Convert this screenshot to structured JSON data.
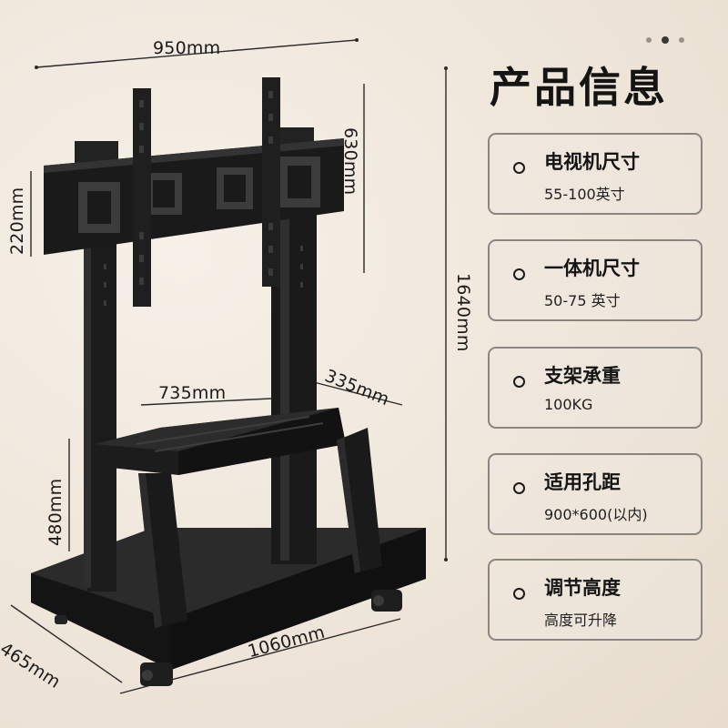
{
  "dimensions": {
    "width_top": "950mm",
    "mount_height": "630mm",
    "bracket_height": "220mm",
    "total_height": "1640mm",
    "shelf_width": "735mm",
    "shelf_depth": "335mm",
    "shelf_height": "480mm",
    "base_depth": "465mm",
    "base_width": "1060mm"
  },
  "carousel": {
    "active_index": 1,
    "count": 3
  },
  "info_panel": {
    "title": "产品信息",
    "cards": [
      {
        "label": "电视机尺寸",
        "value": "55-100英寸"
      },
      {
        "label": "一体机尺寸",
        "value": "50-75 英寸"
      },
      {
        "label": "支架承重",
        "value": "100KG"
      },
      {
        "label": "适用孔距",
        "value": "900*600(以内)"
      },
      {
        "label": "调节高度",
        "value": "高度可升降"
      }
    ]
  },
  "colors": {
    "background": "#efe6da",
    "frame": "#1b1b1b",
    "card_border": "#8a8580"
  }
}
